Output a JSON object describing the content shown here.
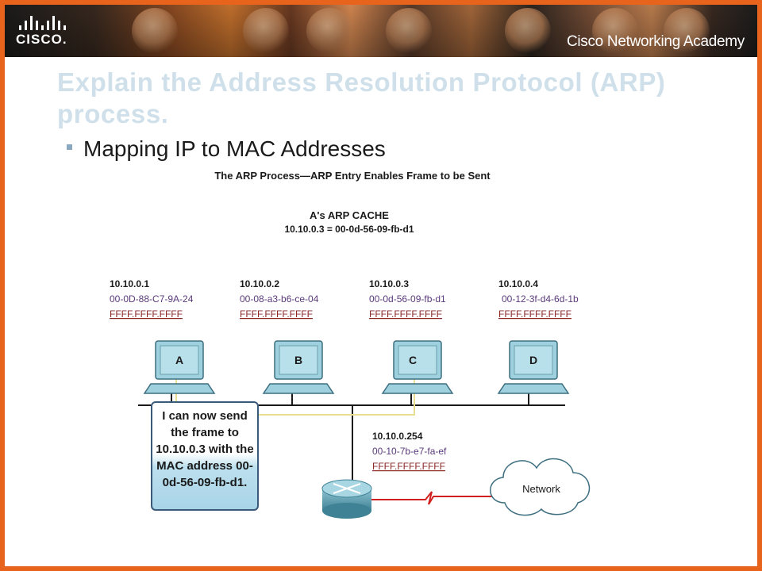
{
  "header": {
    "brand": "CISCO.",
    "academy": "Cisco Networking Academy"
  },
  "slide": {
    "title": "Explain the Address Resolution Protocol (ARP) process.",
    "bullet": "Mapping IP to MAC Addresses"
  },
  "diagram": {
    "heading": "The ARP Process—ARP Entry Enables Frame to be Sent",
    "cache_title": "A's ARP CACHE",
    "cache_entry": "10.10.0.3 = 00-0d-56-09-fb-d1",
    "hosts": [
      {
        "label": "A",
        "ip": "10.10.0.1",
        "mac": "00-0D-88-C7-9A-24",
        "broadcast": "FFFF.FFFF.FFFF"
      },
      {
        "label": "B",
        "ip": "10.10.0.2",
        "mac": "00-08-a3-b6-ce-04",
        "broadcast": "FFFF.FFFF.FFFF"
      },
      {
        "label": "C",
        "ip": "10.10.0.3",
        "mac": "00-0d-56-09-fb-d1",
        "broadcast": "FFFF.FFFF.FFFF"
      },
      {
        "label": "D",
        "ip": "10.10.0.4",
        "mac": "00-12-3f-d4-6d-1b",
        "broadcast": "FFFF.FFFF.FFFF"
      }
    ],
    "router": {
      "ip": "10.10.0.254",
      "mac": "00-10-7b-e7-fa-ef",
      "broadcast": "FFFF.FFFF.FFFF"
    },
    "network_label": "Network",
    "callout": "I can now send the frame to 10.10.0.3 with the MAC address 00-0d-56-09-fb-d1."
  },
  "colors": {
    "frame": "#e8641c",
    "title": "#cfe0ea",
    "computer": "#9fd0de",
    "wire_highlight": "#e8e090",
    "wan_link": "#d02020"
  }
}
